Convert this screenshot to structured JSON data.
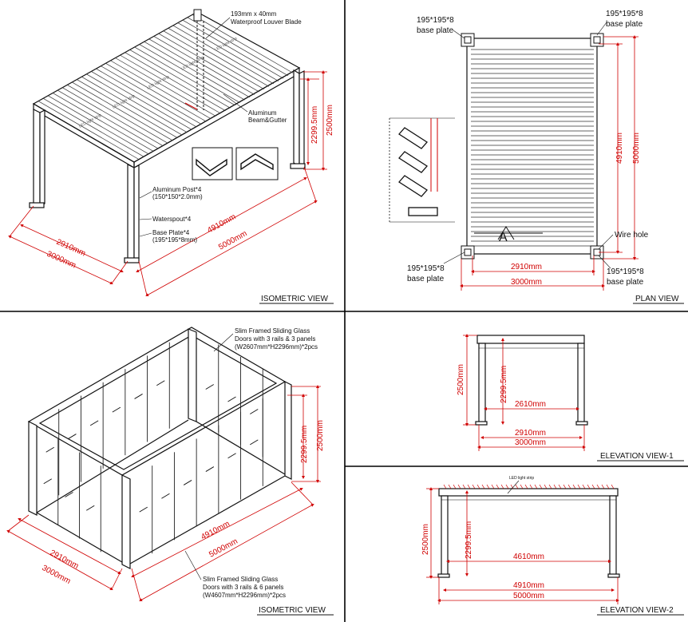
{
  "colors": {
    "dimension": "#d00000",
    "linework": "#111111",
    "border": "#000000"
  },
  "iso_top": {
    "title": "ISOMETRIC VIEW",
    "blade_note_1": "193mm x 40mm",
    "blade_note_2": "Waterproof Louver Blade",
    "beam_note_1": "Aluminum",
    "beam_note_2": "Beam&Gutter",
    "post_note_1": "Aluminum Post*4",
    "post_note_2": "(150*150*2.0mm)",
    "spout_note": "Waterspout*4",
    "plate_note_1": "Base Plate*4",
    "plate_note_2": "(195*195*8mm)",
    "dim_2299": "2299.5mm",
    "dim_2500": "2500mm",
    "dim_2910": "2910mm",
    "dim_3000": "3000mm",
    "dim_4910": "4910mm",
    "dim_5000": "5000mm",
    "led_strip": "LED light strip"
  },
  "plan": {
    "title": "PLAN VIEW",
    "plate": "195*195*8",
    "plate_sub": "base plate",
    "wire_hole": "Wire hole",
    "section_mark": "A",
    "dim_4910": "4910mm",
    "dim_5000": "5000mm",
    "dim_2910": "2910mm",
    "dim_3000": "3000mm"
  },
  "iso_bottom": {
    "title": "ISOMETRIC VIEW",
    "door_a_1": "Slim Framed Sliding Glass",
    "door_a_2": "Doors with 3 rails & 3 panels",
    "door_a_3": "(W2607mm*H2296mm)*2pcs",
    "door_b_1": "Slim Framed Sliding Glass",
    "door_b_2": "Doors with 3 rails & 6 panels",
    "door_b_3": "(W4607mm*H2296mm)*2pcs",
    "dim_2299": "2299.5mm",
    "dim_2500": "2500mm",
    "dim_2910": "2910mm",
    "dim_3000": "3000mm",
    "dim_4910": "4910mm",
    "dim_5000": "5000mm"
  },
  "elev1": {
    "title": "ELEVATION VIEW-1",
    "dim_2500": "2500mm",
    "dim_2299": "2299.5mm",
    "dim_2610": "2610mm",
    "dim_2910": "2910mm",
    "dim_3000": "3000mm"
  },
  "elev2": {
    "title": "ELEVATION VIEW-2",
    "led": "LED light strip",
    "dim_2500": "2500mm",
    "dim_2299": "2299.5mm",
    "dim_4610": "4610mm",
    "dim_4910": "4910mm",
    "dim_5000": "5000mm"
  }
}
